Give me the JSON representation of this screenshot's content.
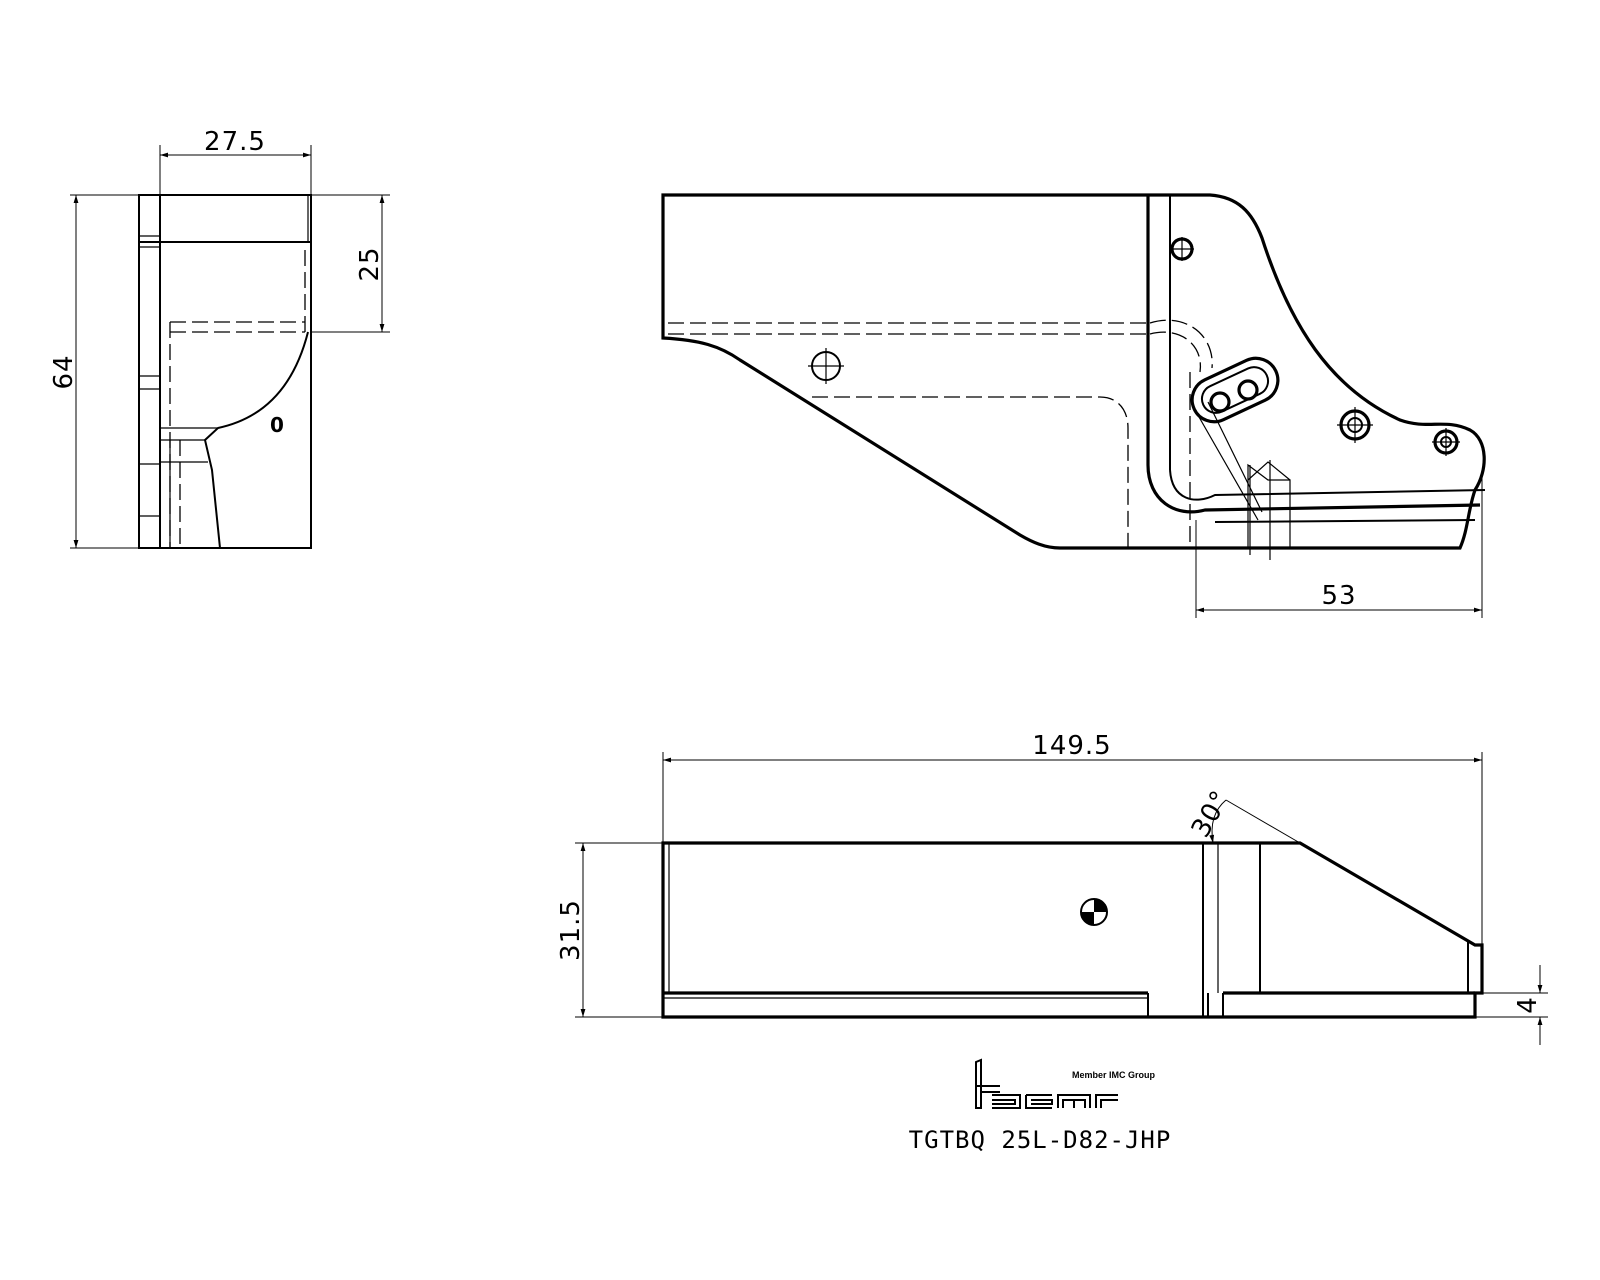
{
  "part_number": "TGTBQ  25L-D82-JHP",
  "logo": {
    "member_text": "Member IMC Group",
    "brand": "iscar"
  },
  "dimensions": {
    "width_side": "27.5",
    "shank_height_side": "25",
    "total_height_side": "64",
    "width_offset_top": "53",
    "total_length": "149.5",
    "angle": "30°",
    "shank_width": "31.5",
    "step_height": "4"
  },
  "side_view": {
    "zero_mark": "0"
  }
}
